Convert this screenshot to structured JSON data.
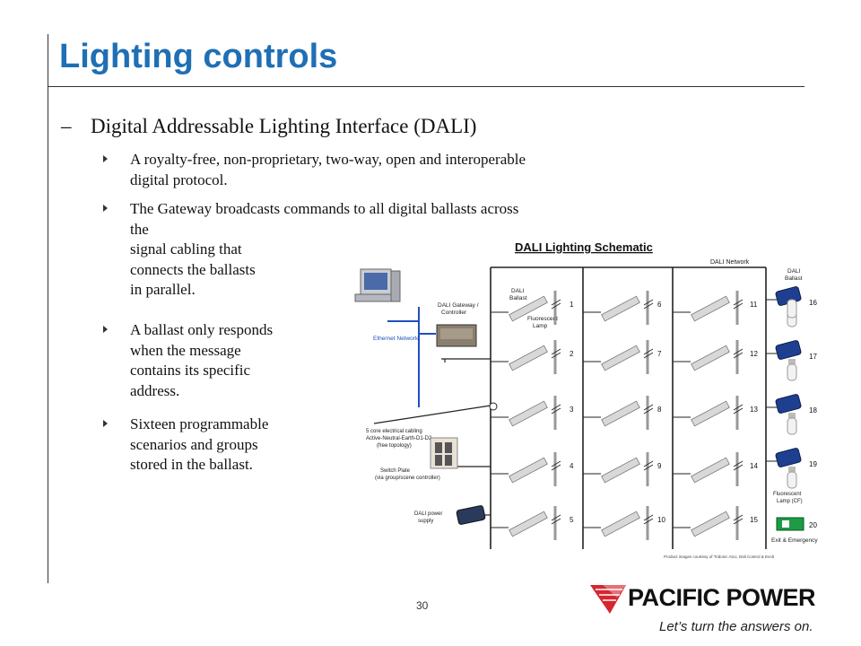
{
  "slide": {
    "title": "Lighting controls",
    "page_number": "30"
  },
  "content": {
    "main_bullet": "Digital Addressable Lighting Interface (DALI)",
    "main_dash": "–",
    "sub_bullets": [
      {
        "lines": [
          "A royalty-free, non-proprietary, two-way, open and interoperable",
          "digital protocol."
        ]
      },
      {
        "lines": [
          "The Gateway broadcasts commands to all digital ballasts across",
          "the",
          "signal cabling that",
          "connects the ballasts",
          "in parallel."
        ]
      },
      {
        "lines": [
          "A ballast only responds",
          "when the message",
          "contains its specific",
          "address."
        ]
      },
      {
        "lines": [
          "Sixteen programmable",
          "scenarios and groups",
          "stored in the ballast."
        ]
      }
    ]
  },
  "schematic": {
    "title": "DALI Lighting Schematic",
    "network_label": "DALI Network",
    "ethernet_label": "Ethernet Network",
    "gateway_label_1": "DALI Gateway /",
    "gateway_label_2": "Controller",
    "ballast_label_1": "DALI",
    "ballast_label_2": "Ballast",
    "fluorescent_label_1": "Fluorescent",
    "fluorescent_label_2": "Lamp",
    "right_ballast_label_1": "DALI",
    "right_ballast_label_2": "Ballast",
    "cabling_label_1": "5 core electrical cabling",
    "cabling_label_2": "Active-Neutral-Earth-D1-D2",
    "cabling_label_3": "(free topology)",
    "switch_label_1": "Switch Plate",
    "switch_label_2": "(via group/scene controller)",
    "power_label_1": "DALI power",
    "power_label_2": "supply",
    "cf_label_1": "Fluorescent",
    "cf_label_2": "Lamp (CF)",
    "exit_label": "Exit & Emergency",
    "credit": "Product images courtesy of Tridonic Atco, Dali Control & Evolt",
    "col1_numbers": [
      "1",
      "2",
      "3",
      "4",
      "5"
    ],
    "col2_numbers": [
      "6",
      "7",
      "8",
      "9",
      "10"
    ],
    "col3_numbers": [
      "11",
      "12",
      "13",
      "14",
      "15"
    ],
    "col4_numbers": [
      "16",
      "17",
      "18",
      "19",
      "20"
    ]
  },
  "brand": {
    "name": "PACIFIC POWER",
    "tagline": "Let’s turn the answers on.",
    "colors": {
      "title": "#1f6fb5",
      "logo_red": "#d7262f",
      "ethernet": "#1f4fbf"
    }
  }
}
